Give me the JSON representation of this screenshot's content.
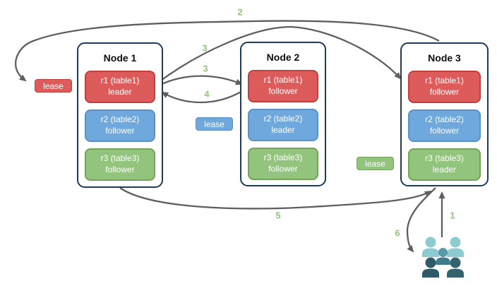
{
  "diagram": {
    "nodes": [
      {
        "title": "Node 1",
        "replicas": [
          {
            "name": "r1 (table1)",
            "role": "leader",
            "color": "red"
          },
          {
            "name": "r2 (table2)",
            "role": "follower",
            "color": "blue"
          },
          {
            "name": "r3 (table3)",
            "role": "follower",
            "color": "green"
          }
        ]
      },
      {
        "title": "Node 2",
        "replicas": [
          {
            "name": "r1 (table1)",
            "role": "follower",
            "color": "red"
          },
          {
            "name": "r2 (table2)",
            "role": "leader",
            "color": "blue"
          },
          {
            "name": "r3 (table3)",
            "role": "follower",
            "color": "green"
          }
        ]
      },
      {
        "title": "Node 3",
        "replicas": [
          {
            "name": "r1 (table1)",
            "role": "follower",
            "color": "red"
          },
          {
            "name": "r2 (table2)",
            "role": "follower",
            "color": "blue"
          },
          {
            "name": "r3 (table3)",
            "role": "leader",
            "color": "green"
          }
        ]
      }
    ],
    "leases": [
      {
        "label": "lease",
        "color": "#DD5C5B"
      },
      {
        "label": "lease",
        "color": "#6FA8DC"
      },
      {
        "label": "lease",
        "color": "#93C47D"
      }
    ],
    "steps": [
      {
        "id": "step-2",
        "label": "2"
      },
      {
        "id": "step-3-to-node3",
        "label": "3"
      },
      {
        "id": "step-3-to-node2",
        "label": "3"
      },
      {
        "id": "step-4",
        "label": "4"
      },
      {
        "id": "step-5",
        "label": "5"
      },
      {
        "id": "step-1",
        "label": "1"
      },
      {
        "id": "step-6",
        "label": "6"
      }
    ],
    "icons": {
      "users": "users-group-icon"
    },
    "colors": {
      "replica_red": "#DD5C5B",
      "replica_blue": "#6FA8DC",
      "replica_green": "#93C47D",
      "node_border": "#1E3A5C",
      "arrow": "#5F5F5F",
      "step_label": "#93C47D",
      "users_light": "#8ECBD1",
      "users_medium": "#569AA6",
      "users_medium_dark": "#3E7C8B",
      "users_dark": "#2E5A6B"
    }
  }
}
